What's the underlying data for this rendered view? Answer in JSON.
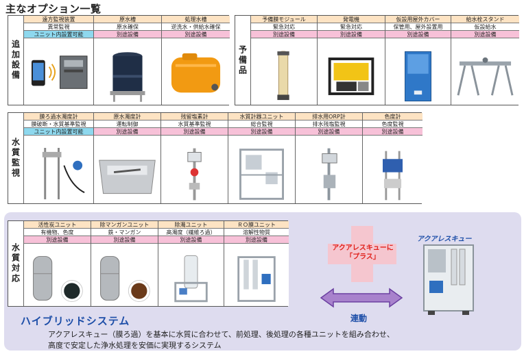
{
  "page_title": "主なオプション一覧",
  "sections": {
    "addon": {
      "label": "追加設備",
      "cards": [
        {
          "title": "遠方監視装置",
          "purpose": "異常監視",
          "tag": "ユニット内設置可能"
        },
        {
          "title": "原水槽",
          "purpose": "原水確保",
          "tag": "別途設備"
        },
        {
          "title": "処理水槽",
          "purpose": "逆洗水・供給水確保",
          "tag": "別途設備"
        }
      ]
    },
    "spare": {
      "label": "予備品",
      "cards": [
        {
          "title": "予備膜モジュール",
          "purpose": "緊急対応",
          "tag": "別途設備"
        },
        {
          "title": "発電機",
          "purpose": "緊急対応",
          "tag": "別途設備"
        },
        {
          "title": "仮設用屋外カバー",
          "purpose": "保管用、屋外設置用",
          "tag": "別途設備"
        },
        {
          "title": "給水栓スタンド",
          "purpose": "仮設給水",
          "tag": "別途設備"
        }
      ]
    },
    "monitor": {
      "label": "水質監視",
      "cards": [
        {
          "title": "膜ろ過水濁度計",
          "purpose": "膜破断・水質基準監視",
          "tag": "ユニット内設置可能"
        },
        {
          "title": "原水濁度計",
          "purpose": "運転制御",
          "tag": "別途設備"
        },
        {
          "title": "残留塩素計",
          "purpose": "水質基準監視",
          "tag": "別途設備"
        },
        {
          "title": "水質計器ユニット",
          "purpose": "総合監視",
          "tag": "別途設備"
        },
        {
          "title": "排水用ORP計",
          "purpose": "排水残塩監視",
          "tag": "別途設備"
        },
        {
          "title": "色度計",
          "purpose": "色度監視",
          "tag": "別途設備"
        }
      ]
    },
    "treat": {
      "label": "水質対応",
      "cards": [
        {
          "title": "活性炭ユニット",
          "purpose": "有機物、色度",
          "tag": "別途設備"
        },
        {
          "title": "除マンガンユニット",
          "purpose": "鉄・マンガン",
          "tag": "別途設備"
        },
        {
          "title": "除濁ユニット",
          "purpose": "高濁度（繊維ろ過）",
          "tag": "別途設備"
        },
        {
          "title": "ＲＯ膜ユニット",
          "purpose": "溶解性物質",
          "tag": "別途設備"
        }
      ]
    }
  },
  "hybrid": {
    "plus_line1": "アクアレスキューに",
    "plus_line2": "「プラス」",
    "link_label": "連動",
    "brand": "アクアレスキュー",
    "title": "ハイブリッドシステム",
    "desc_line1": "アクアレスキュー（膜ろ過）を基本に水質に合わせて、前処理、後処理の各種ユニットを組み合わせ、",
    "desc_line2": "高度で安定した浄水処理を安価に実現するシステム"
  },
  "colors": {
    "title_row": "#fde3c3",
    "tag_separate": "#f7c1d8",
    "tag_unit": "#8ed8ee",
    "hybrid_bg": "#dedcef",
    "accent_blue": "#1d4ea8",
    "plus_red": "#e0201b"
  }
}
